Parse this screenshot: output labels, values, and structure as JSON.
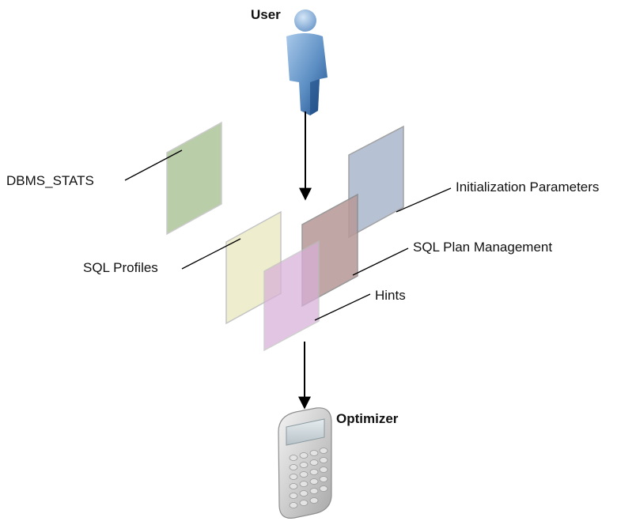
{
  "diagram": {
    "actor_label": "User",
    "engine_label": "Optimizer",
    "layers": [
      {
        "id": "dbms_stats",
        "label": "DBMS_STATS",
        "color": "#b5cba4"
      },
      {
        "id": "init_params",
        "label": "Initialization Parameters",
        "color": "#b0bcd0"
      },
      {
        "id": "sql_plan",
        "label": "SQL Plan Management",
        "color": "#b89a99"
      },
      {
        "id": "sql_profiles",
        "label": "SQL Profiles",
        "color": "#ecebc8"
      },
      {
        "id": "hints",
        "label": "Hints",
        "color": "#d8b0d8"
      }
    ]
  }
}
